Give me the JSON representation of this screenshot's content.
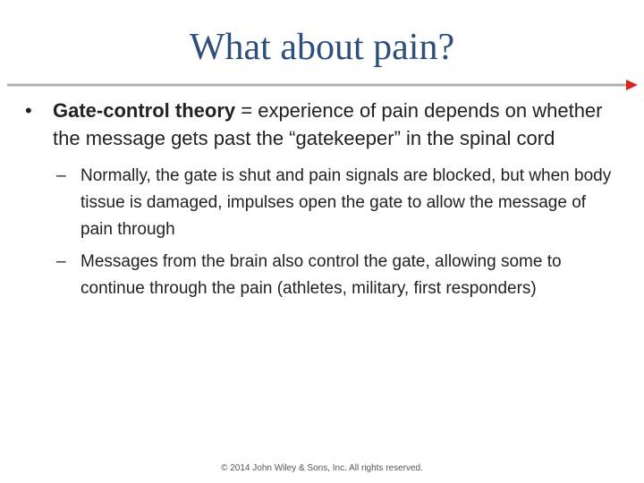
{
  "slide": {
    "title": "What about pain?",
    "bullets": [
      {
        "term": "Gate-control theory",
        "text": " = experience of pain depends on whether the message gets past the “gatekeeper” in the spinal cord",
        "marker": "•",
        "sub_bullets": [
          {
            "marker": "–",
            "text": "Normally, the gate is shut and pain signals are blocked, but when body tissue is damaged, impulses open the gate to allow the message of pain through"
          },
          {
            "marker": "–",
            "text": "Messages from the brain also control the gate, allowing some to continue through the pain (athletes, military, first responders)"
          }
        ]
      }
    ],
    "footer": "© 2014 John Wiley & Sons, Inc. All rights reserved."
  },
  "colors": {
    "title": "#2d4f7c",
    "rule_line": "#b0b0b0",
    "rule_arrow": "#d9261c",
    "body_text": "#222222"
  },
  "icons": {
    "rule_arrow": "arrow-right-icon"
  }
}
